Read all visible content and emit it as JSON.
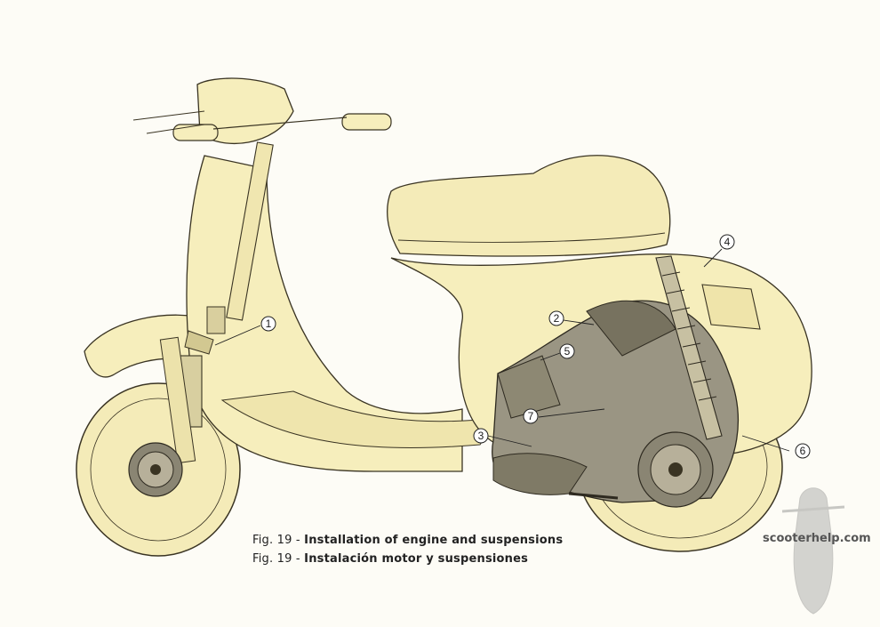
{
  "figure": {
    "callouts": [
      {
        "label": "1"
      },
      {
        "label": "2"
      },
      {
        "label": "3"
      },
      {
        "label": "4"
      },
      {
        "label": "5"
      },
      {
        "label": "6"
      },
      {
        "label": "7"
      }
    ],
    "captions": [
      {
        "fig": "Fig. 19 - ",
        "text": "Installation of engine and suspensions"
      },
      {
        "fig": "Fig. 19 - ",
        "text": "Instalación motor y suspensiones"
      }
    ]
  },
  "watermark": {
    "text": "scooterhelp.com"
  },
  "colors": {
    "body_fill": "#f6eebc",
    "line": "#3a3423",
    "engine": "#6e6a60",
    "background": "#fdfcf6"
  }
}
